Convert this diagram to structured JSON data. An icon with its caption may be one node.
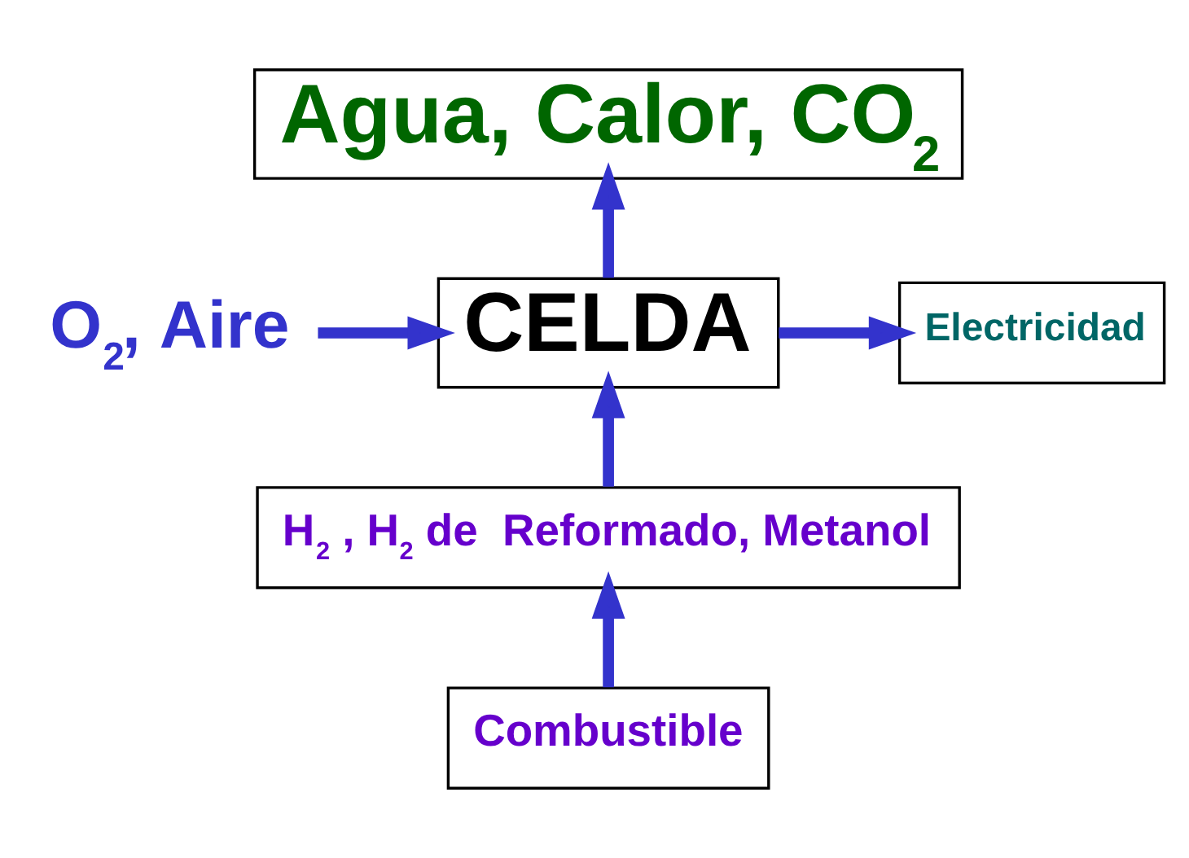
{
  "diagram": {
    "nodes": [
      {
        "text": [
          "Agua, Calor, CO$_{2}$"
        ]
      },
      {
        "text": [
          "CELDA"
        ]
      },
      {
        "text": [
          "O$_{2}$, Aire"
        ]
      },
      {
        "text": [
          "Electricidad"
        ]
      },
      {
        "text": [
          "H$_{2}$ , H$_{2}$ de  Reformado, Metanol"
        ]
      },
      {
        "text": [
          "Combustible"
        ]
      }
    ],
    "edges": [
      {
        "from": 1,
        "to": 0,
        "arrow": "to"
      },
      {
        "from": 2,
        "to": 1,
        "arrow": "to"
      },
      {
        "from": 1,
        "to": 3,
        "arrow": "to"
      },
      {
        "from": 4,
        "to": 1,
        "arrow": "to"
      },
      {
        "from": 5,
        "to": 4,
        "arrow": "to"
      }
    ]
  }
}
